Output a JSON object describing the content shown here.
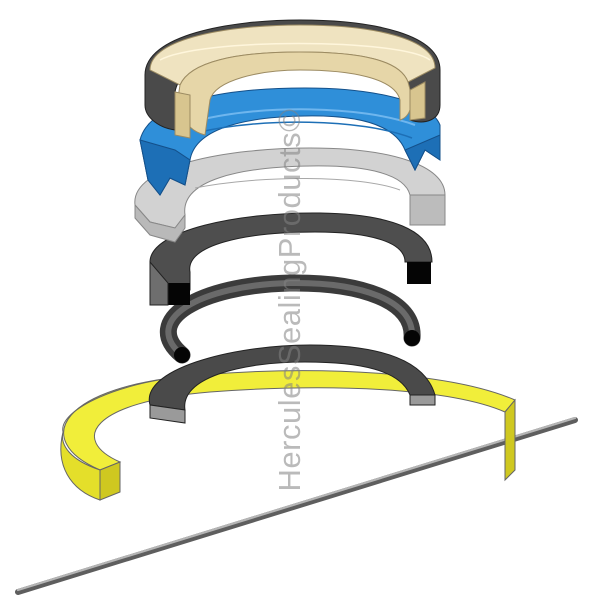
{
  "watermark": {
    "text": "HerculesSealingProducts©"
  },
  "colors": {
    "background": "#ffffff",
    "tan_seal": "#efe3c0",
    "tan_seal_shadow": "#c9b98e",
    "dark_case": "#4a4a4a",
    "blue_seal": "#2f8fd9",
    "blue_seal_dark": "#1d6fb6",
    "light_grey_ring": "#cfcfcf",
    "mid_grey_ring": "#bdbdbd",
    "dark_grey_ring": "#555555",
    "black_section": "#111111",
    "yellow_ring": "#f1ee3a",
    "yellow_ring_dark": "#cfc820",
    "pick_tool": "#8a8a8a"
  },
  "components": [
    {
      "name": "tan-case-seal",
      "color": "tan_seal"
    },
    {
      "name": "blue-lip-seal",
      "color": "blue_seal"
    },
    {
      "name": "grey-backup-ring",
      "color": "light_grey_ring"
    },
    {
      "name": "dark-square-ring",
      "color": "dark_grey_ring"
    },
    {
      "name": "o-ring",
      "color": "dark_grey_ring"
    },
    {
      "name": "flat-grey-ring",
      "color": "dark_grey_ring"
    },
    {
      "name": "yellow-wear-ring",
      "color": "yellow_ring"
    },
    {
      "name": "installation-pick-tool",
      "color": "pick_tool"
    }
  ]
}
